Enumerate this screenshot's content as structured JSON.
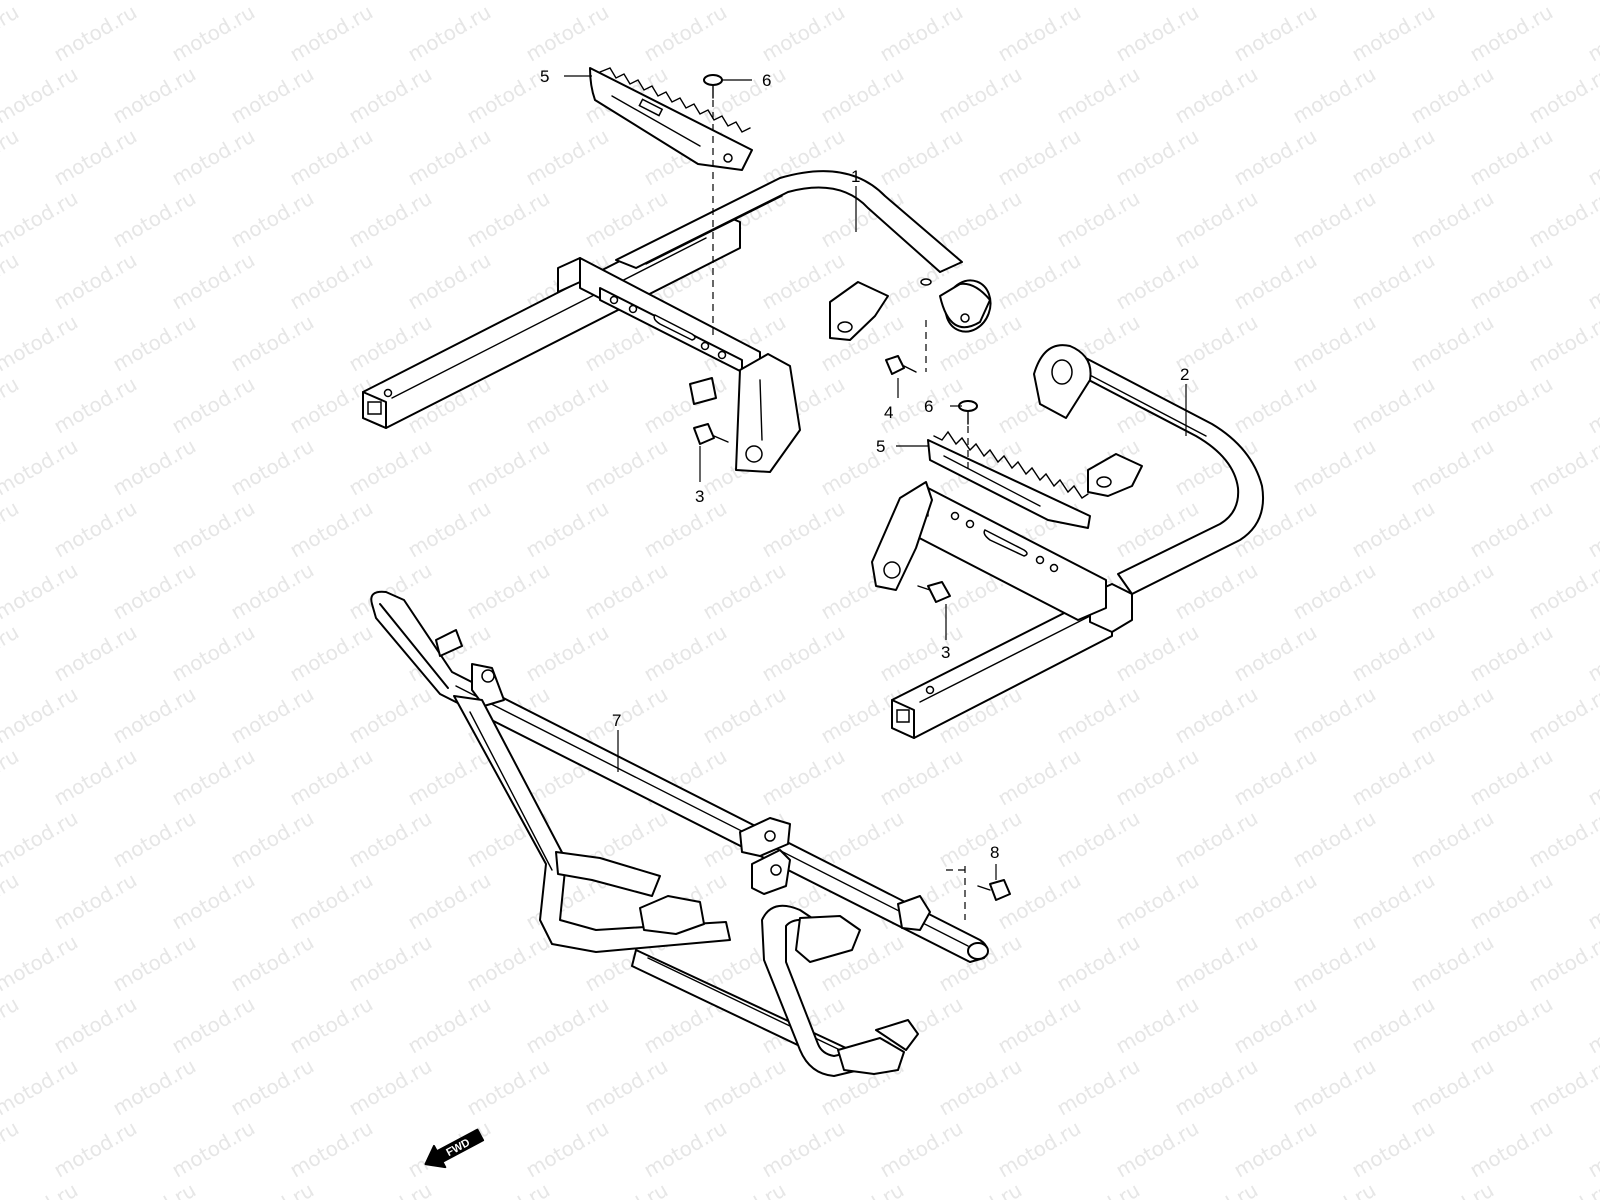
{
  "watermark": {
    "text": "motod.ru"
  },
  "callouts": [
    {
      "id": "1",
      "label": "1"
    },
    {
      "id": "2",
      "label": "2"
    },
    {
      "id": "3a",
      "label": "3"
    },
    {
      "id": "3b",
      "label": "3"
    },
    {
      "id": "4",
      "label": "4"
    },
    {
      "id": "5a",
      "label": "5"
    },
    {
      "id": "5b",
      "label": "5"
    },
    {
      "id": "6a",
      "label": "6"
    },
    {
      "id": "6b",
      "label": "6"
    },
    {
      "id": "7",
      "label": "7"
    },
    {
      "id": "8",
      "label": "8"
    }
  ],
  "direction_marker": {
    "label": "FWD"
  },
  "colors": {
    "line": "#000000",
    "background": "#ffffff",
    "watermark": "#e6e6e6"
  }
}
